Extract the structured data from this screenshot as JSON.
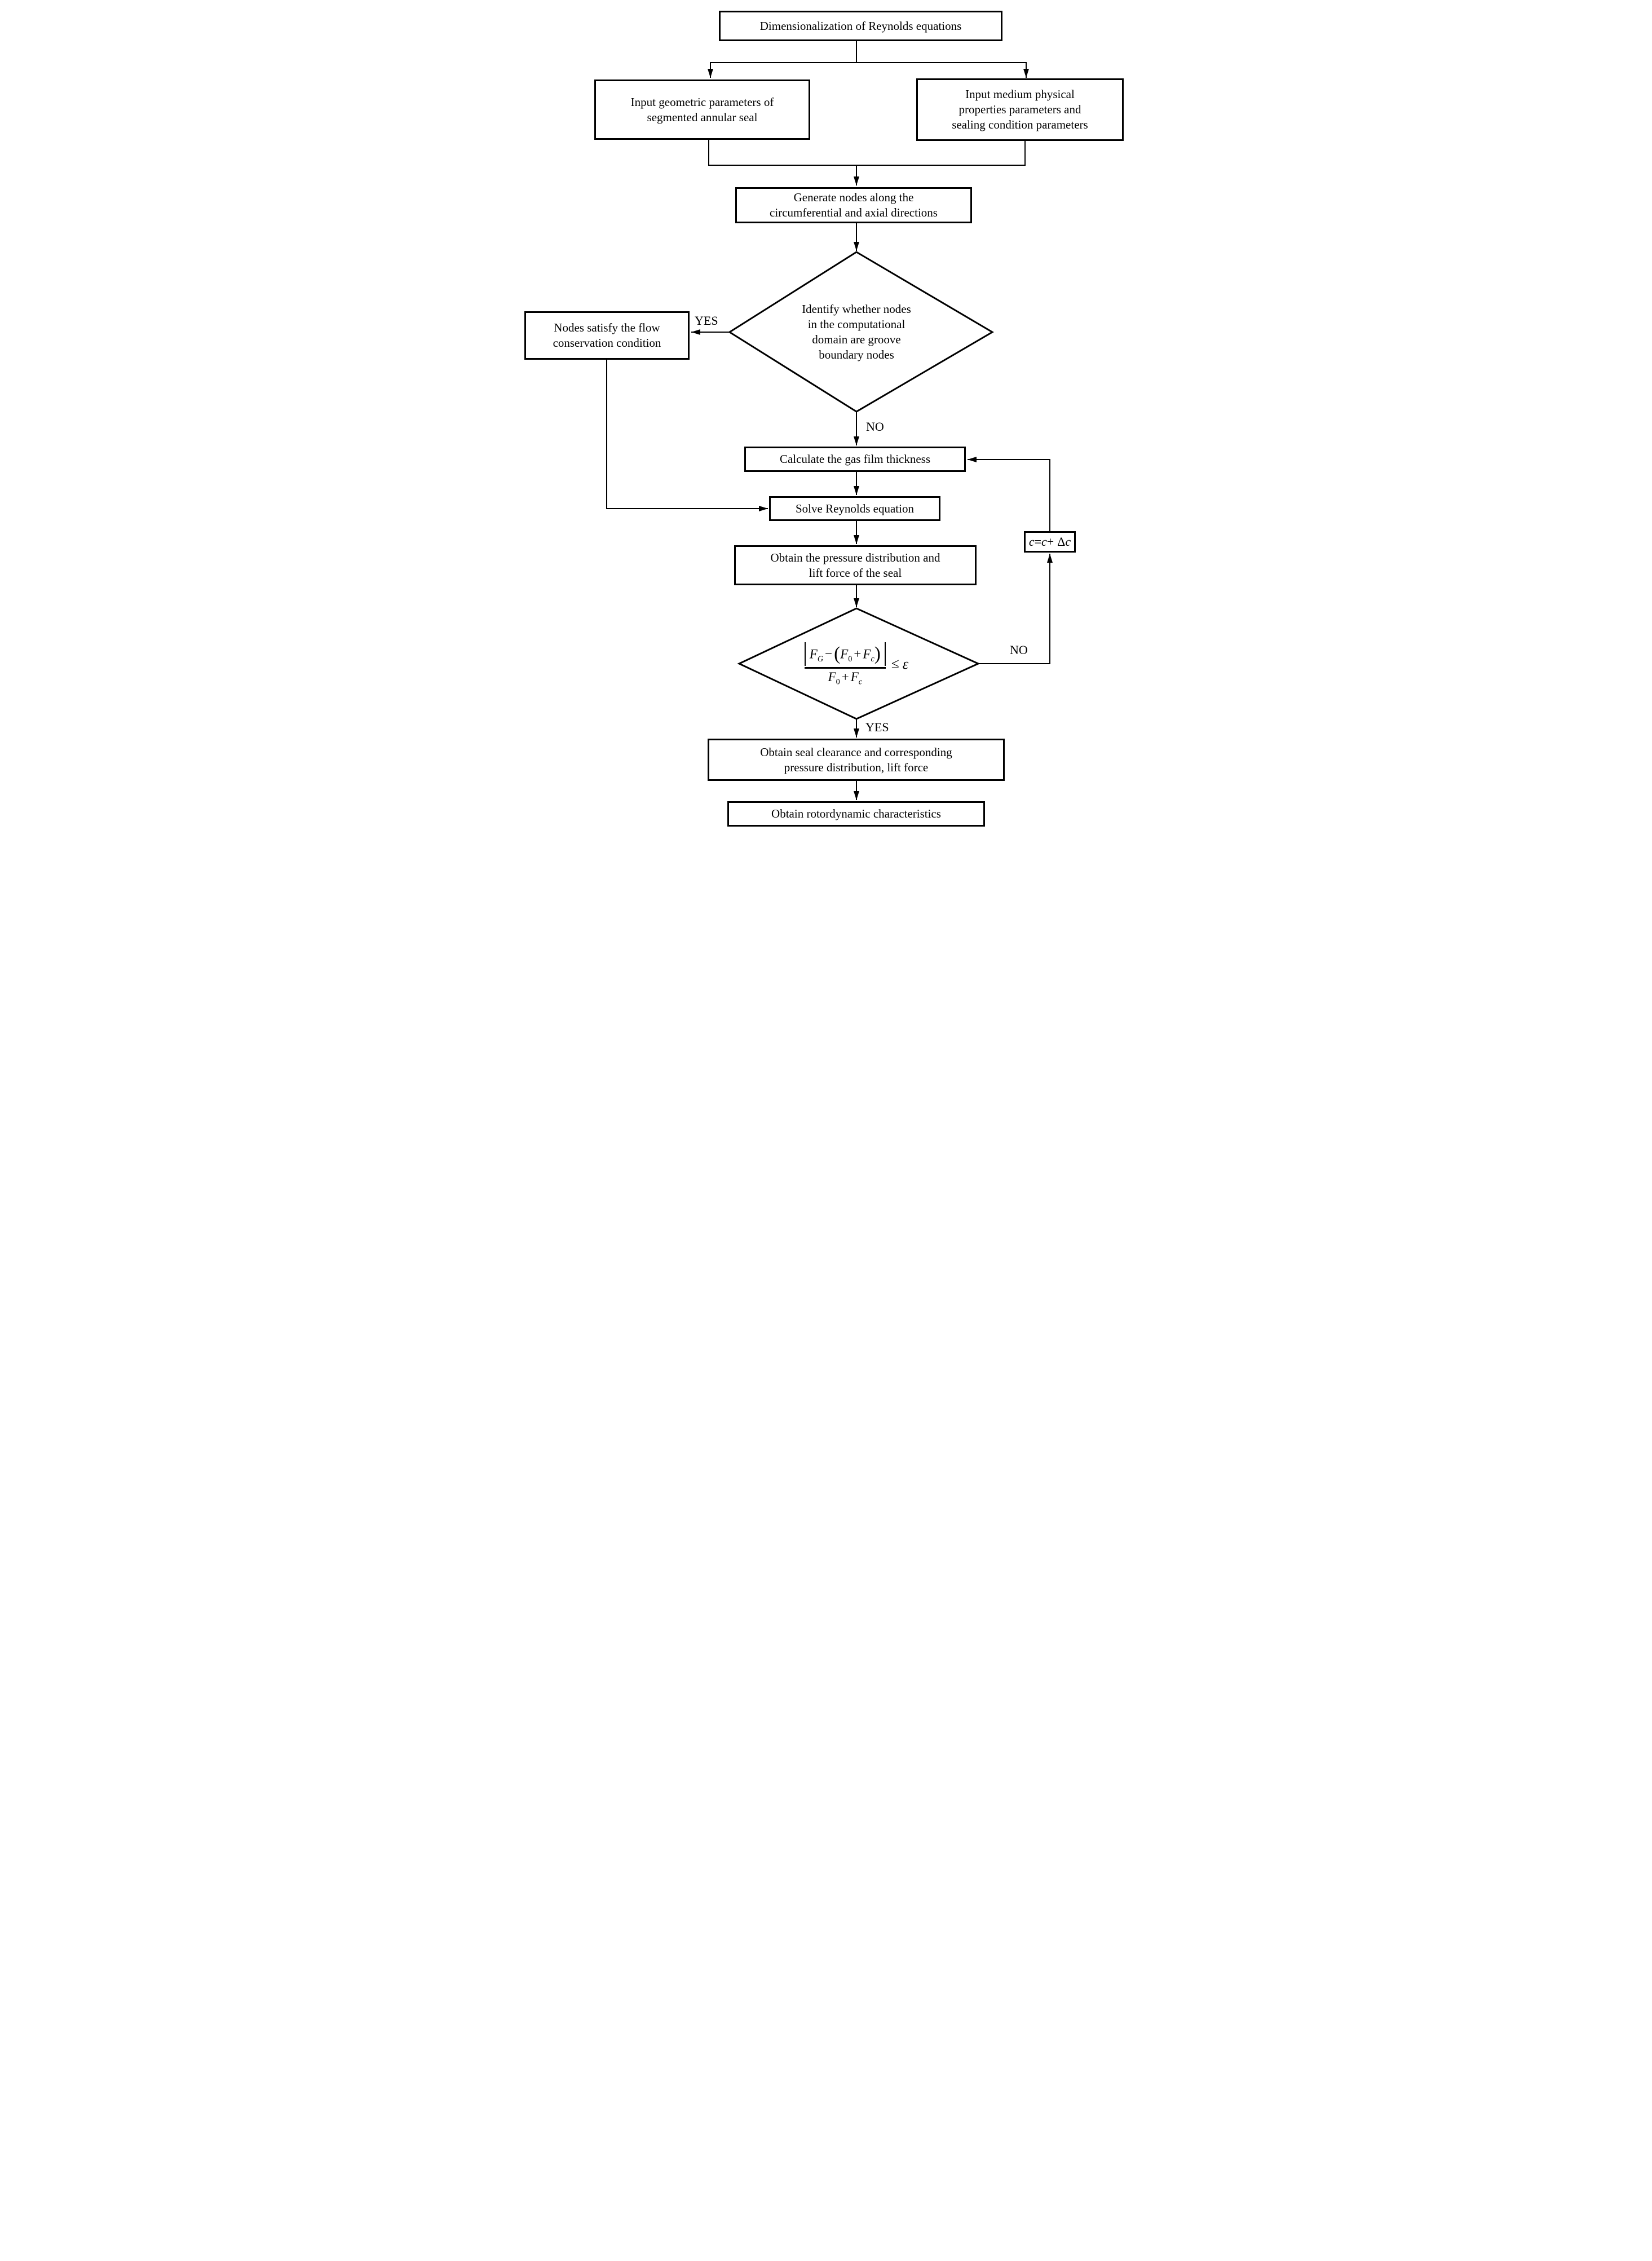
{
  "nodes": {
    "start": {
      "line1": "Dimensionalization of Reynolds equations"
    },
    "input_left": {
      "line1": "Input geometric parameters of",
      "line2": "segmented annular seal"
    },
    "input_right": {
      "line1": "Input medium physical",
      "line2": "properties parameters and",
      "line3": "sealing condition parameters"
    },
    "generate": {
      "line1": "Generate nodes along the",
      "line2": "circumferential and axial directions"
    },
    "decision_groove": {
      "line1": "Identify whether nodes",
      "line2": "in the computational",
      "line3": "domain are groove",
      "line4": "boundary nodes"
    },
    "flow_conservation": {
      "line1": "Nodes satisfy the flow",
      "line2": "conservation condition"
    },
    "calc_film": {
      "line1": "Calculate the gas film thickness"
    },
    "solve_reynolds": {
      "line1": "Solve Reynolds equation"
    },
    "pressure_lift": {
      "line1": "Obtain the pressure distribution and",
      "line2": "lift force of the seal"
    },
    "clearance_result": {
      "line1": "Obtain seal clearance and corresponding",
      "line2": "pressure distribution, lift force"
    },
    "rotordynamic": {
      "line1": "Obtain rotordynamic characteristics"
    },
    "increment": {
      "c1": "c",
      "eq": "=",
      "c2": "c",
      "plus": "+",
      "delta": "Δ",
      "c3": "c"
    }
  },
  "labels": {
    "yes_groove": "YES",
    "no_groove": "NO",
    "no_converge": "NO",
    "yes_converge": "YES"
  },
  "formula": {
    "num_f1": "F",
    "num_f1_sub": "G",
    "num_minus": "−",
    "num_open": "(",
    "num_f2": "F",
    "num_f2_sub": "0",
    "num_plus": "+",
    "num_f3": "F",
    "num_f3_sub": "c",
    "num_close": ")",
    "den_f1": "F",
    "den_f1_sub": "0",
    "den_plus": "+",
    "den_f2": "F",
    "den_f2_sub": "c",
    "leq": "≤",
    "epsilon": "ε"
  },
  "colors": {
    "ink": "#000000",
    "background": "#ffffff"
  }
}
